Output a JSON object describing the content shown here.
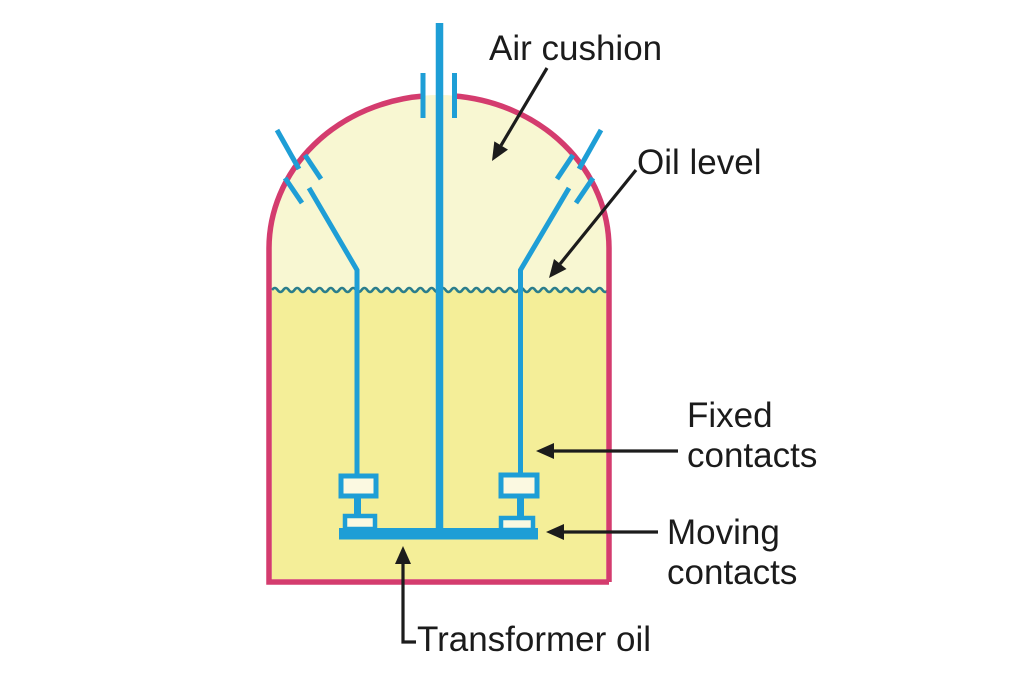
{
  "figure": {
    "description_labels": {
      "air_cushion": "Air cushion",
      "oil_level": "Oil level",
      "fixed_contacts_line1": "Fixed",
      "fixed_contacts_line2": "contacts",
      "moving_contacts_line1": "Moving",
      "moving_contacts_line2": "contacts",
      "transformer_oil": "Transformer oil"
    }
  },
  "colors": {
    "background": "#ffffff",
    "tank-stroke": "#d43c6e",
    "air-fill": "#f8f7d2",
    "oil-fill": "#f4ee98",
    "conductor-blue": "#1e9ed6",
    "contact-fill": "#fbf9e1",
    "wave": "#2a7d8c",
    "arrow": "#1c1c1c",
    "text": "#1b1b1b"
  }
}
